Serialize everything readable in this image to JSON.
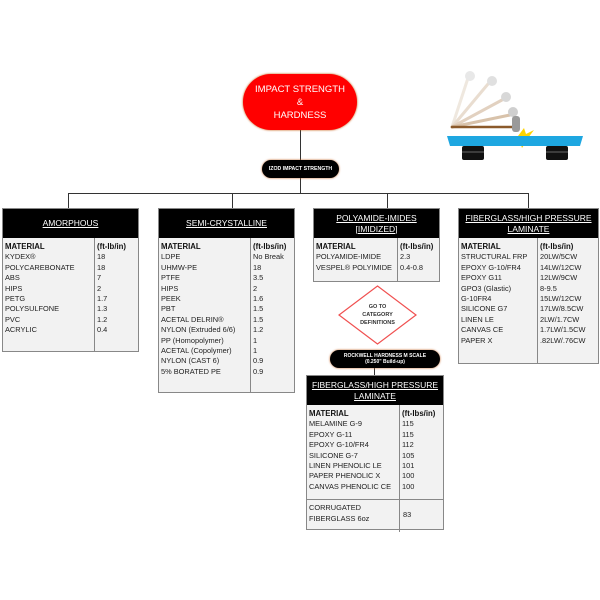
{
  "root": {
    "line1": "IMPACT STRENGTH",
    "line2": "&",
    "line3": "HARDNESS",
    "color": "#ff0000"
  },
  "izod_label": "IZOD IMPACT STRENGTH",
  "illustration": {
    "icon": "pendulum-impact-test-icon",
    "slab_color": "#1ea7e1"
  },
  "categories": [
    {
      "title_lines": [
        "AMORPHOUS"
      ],
      "col1": "MATERIAL",
      "col2": "(ft-lb/in)",
      "rows": [
        [
          "KYDEX®",
          "18"
        ],
        [
          "POLYCAREBONATE",
          "18"
        ],
        [
          "ABS",
          "7"
        ],
        [
          "HIPS",
          "2"
        ],
        [
          "PETG",
          "1.7"
        ],
        [
          "POLYSULFONE",
          "1.3"
        ],
        [
          "PVC",
          "1.2"
        ],
        [
          "ACRYLIC",
          "0.4"
        ]
      ]
    },
    {
      "title_lines": [
        "SEMI-CRYSTALLINE"
      ],
      "col1": "MATERIAL",
      "col2": "(ft-lbs/in)",
      "rows": [
        [
          "LDPE",
          "No Break"
        ],
        [
          "UHMW-PE",
          "18"
        ],
        [
          "PTFE",
          "3.5"
        ],
        [
          "HIPS",
          "2"
        ],
        [
          "PEEK",
          "1.6"
        ],
        [
          "PBT",
          "1.5"
        ],
        [
          "ACETAL DELRIN®",
          "1.5"
        ],
        [
          "NYLON (Extruded 6/6)",
          "1.2"
        ],
        [
          "PP (Homopolymer)",
          "1"
        ],
        [
          "ACETAL (Copolymer)",
          "1"
        ],
        [
          "NYLON (CAST 6)",
          "0.9"
        ],
        [
          "5% BORATED PE",
          "0.9"
        ]
      ]
    },
    {
      "title_lines": [
        "POLYAMIDE-IMIDES",
        "[IMIDIZED]"
      ],
      "col1": "MATERIAL",
      "col2": "(ft-lbs/in)",
      "rows": [
        [
          "POLYAMIDE-IMIDE",
          "2.3"
        ],
        [
          "VESPEL® POLYIMIDE",
          "0.4-0.8"
        ]
      ]
    },
    {
      "title_lines": [
        "FIBERGLASS/HIGH PRESSURE",
        "LAMINATE"
      ],
      "col1": "MATERIAL",
      "col2": "(ft-lbs/in)",
      "rows": [
        [
          "STRUCTURAL FRP",
          "20LW/5CW"
        ],
        [
          "EPOXY G-10/FR4",
          "14LW/12CW"
        ],
        [
          "EPOXY G11",
          "12LW/9CW"
        ],
        [
          "GPO3 (Glastic)",
          "8-9.5"
        ],
        [
          "G-10FR4",
          "15LW/12CW"
        ],
        [
          "SILICONE G7",
          "17LW/8.5CW"
        ],
        [
          "LINEN LE",
          "2LW/1.7CW"
        ],
        [
          "CANVAS CE",
          "1.7LW/1.5CW"
        ],
        [
          "PAPER X",
          ".82LW/.76CW"
        ]
      ]
    }
  ],
  "definitions_link": {
    "lines": [
      "GO TO",
      "CATEGORY",
      "DEFINITIONS"
    ],
    "border_color": "#f05050"
  },
  "rockwell": {
    "line1": "ROCKWELL HARDNESS M SCALE",
    "line2": "(0.250\" Build-up)",
    "table": {
      "title_lines": [
        "FIBERGLASS/HIGH PRESSURE",
        "LAMINATE"
      ],
      "col1": "MATERIAL",
      "col2": "(ft-lbs/in)",
      "rows": [
        [
          "MELAMINE G-9",
          "115"
        ],
        [
          "EPOXY G-11",
          "115"
        ],
        [
          "EPOXY G-10/FR4",
          "112"
        ],
        [
          "SILICONE G-7",
          "105"
        ],
        [
          "LINEN PHENOLIC LE",
          "101"
        ],
        [
          "PAPER PHENOLIC X",
          "100"
        ],
        [
          "CANVAS PHENOLIC CE",
          "100"
        ]
      ],
      "extra_row": {
        "line1": "CORRUGATED",
        "line2": "FIBERGLASS 6oz",
        "value": "83"
      }
    }
  }
}
